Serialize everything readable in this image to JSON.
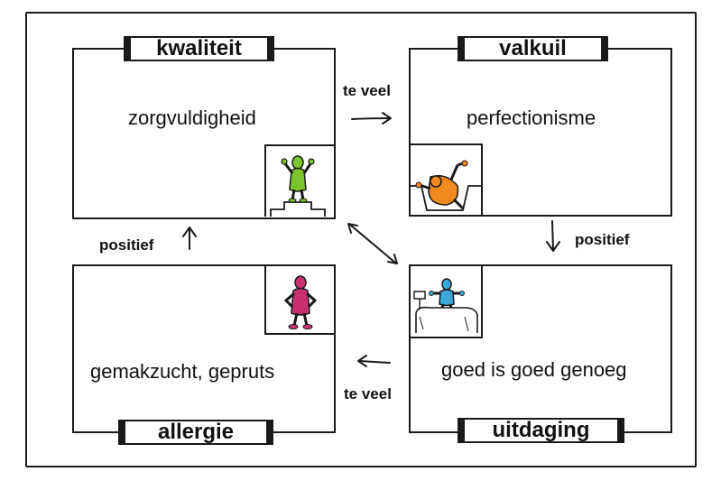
{
  "quadrants": {
    "kwaliteit": {
      "label": "kwaliteit",
      "text": "zorgvuldigheid"
    },
    "valkuil": {
      "label": "valkuil",
      "text": "perfectionisme"
    },
    "allergie": {
      "label": "allergie",
      "text": "gemakzucht, gepruts"
    },
    "uitdaging": {
      "label": "uitdaging",
      "text": "goed is goed genoeg"
    }
  },
  "connectors": {
    "top": "te veel",
    "right": "positief",
    "left": "positief",
    "bottom": "te veel"
  },
  "colors": {
    "figure_green": "#7cc42b",
    "figure_orange": "#f08a1e",
    "figure_magenta": "#c8316e",
    "figure_blue": "#3aa9d8"
  },
  "icons": {
    "kwaliteit": "figure-on-podium-icon",
    "valkuil": "figure-falling-in-pit-icon",
    "allergie": "figure-hands-on-hips-icon",
    "uitdaging": "figure-on-cliff-icon"
  }
}
